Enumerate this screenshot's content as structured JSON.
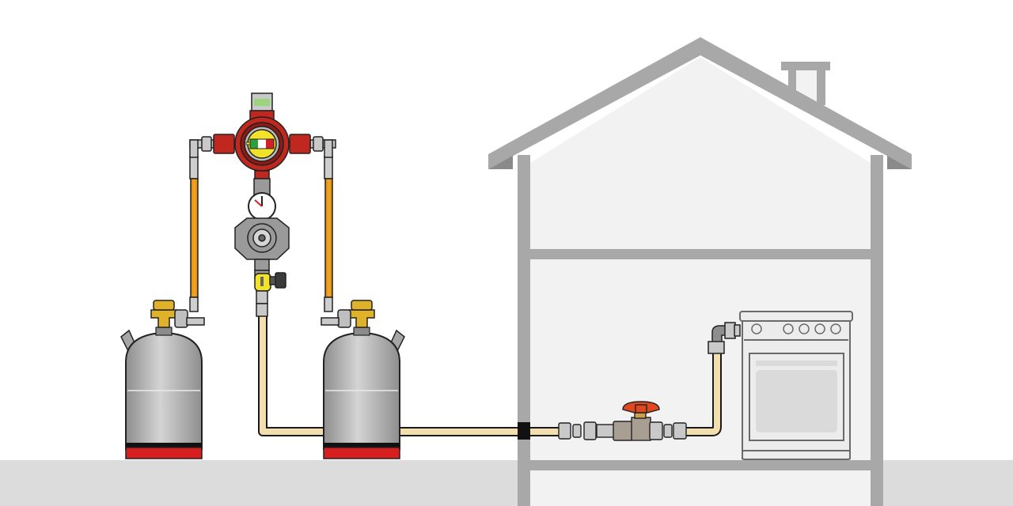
{
  "diagram": {
    "kind": "lpg-gas-installation",
    "caption_visible": false,
    "components": {
      "ground": {
        "name": "ground-strip"
      },
      "house": {
        "name": "house-cross-section",
        "floors": 2,
        "has_chimney": true
      },
      "cylinders": [
        {
          "name": "gas-cylinder-left",
          "role": "reserve",
          "connected_via": "flexible-hose-left"
        },
        {
          "name": "gas-cylinder-right",
          "role": "service",
          "connected_via": "flexible-hose-right"
        }
      ],
      "changeover_valve": {
        "name": "automatic-changeover-valve",
        "indicator": "tricolor-indicator-window",
        "indicator_colors": [
          "#2e9e3e",
          "#ffffff",
          "#d4202a"
        ]
      },
      "pressure_regulator": {
        "name": "pressure-regulator",
        "has_gauge": true
      },
      "safety_valve": {
        "name": "yellow-shutoff-valve"
      },
      "supply_line": {
        "name": "gas-supply-pipe",
        "passes_through": "house-wall"
      },
      "ball_valve": {
        "name": "ball-valve",
        "handle": "red-butterfly-handle"
      },
      "appliance": {
        "name": "gas-cooker",
        "burner_knobs": 5,
        "has_oven": true
      }
    }
  },
  "colors": {
    "background": "#ffffff",
    "ground": "#dcdcdc",
    "house_wall": "#a8a8a9",
    "house_wall_dark": "#8a8a8b",
    "house_interior": "#f2f2f2",
    "pipe_fill": "#f3deb0",
    "pipe_outline": "#1a1a1a",
    "hose_fill": "#f5a623",
    "hose_dark": "#d98a10",
    "cylinder_light": "#d4d4d4",
    "cylinder_dark": "#8e8e8e",
    "cylinder_base": "#d71f1f",
    "brass_valve": "#e0b22a",
    "changeover_red": "#c0281f",
    "changeover_red_dark": "#8f1a14",
    "regulator_grey": "#9a9a9a",
    "safety_yellow": "#f2e22a",
    "ball_valve_handle": "#e0491f",
    "ball_valve_body": "#a89e92",
    "fitting_grey": "#c9c9c9",
    "cooker_body": "#ececec",
    "cooker_outline": "#6a6a6a",
    "oven_window": "#dadada"
  }
}
